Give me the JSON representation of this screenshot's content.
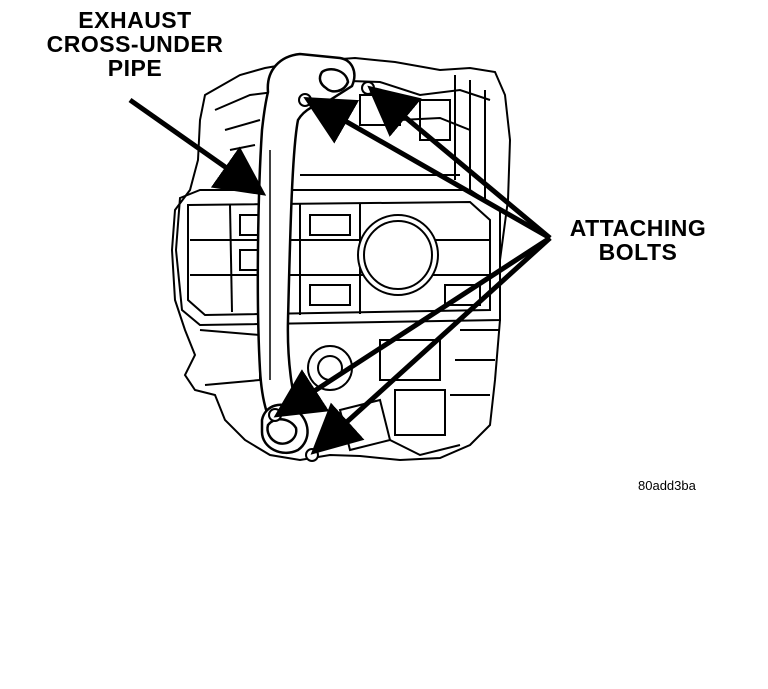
{
  "callouts": {
    "exhaust": [
      "EXHAUST",
      "CROSS-UNDER",
      "PIPE"
    ],
    "bolts": [
      "ATTACHING",
      "BOLTS"
    ]
  },
  "figure_id": "80add3ba"
}
